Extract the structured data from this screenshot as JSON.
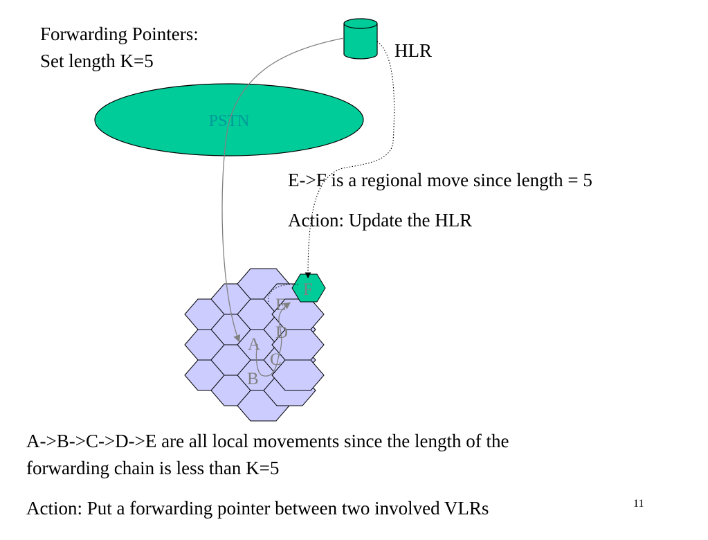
{
  "slide": {
    "title_line1": "Forwarding Pointers:",
    "title_line2": "Set length K=5",
    "hlr_label": "HLR",
    "pstn_label": "PSTN",
    "note_line1": "E->F is a regional move since length = 5",
    "note_line2": "Action: Update the HLR",
    "bottom_line1": "A->B->C->D->E are all local movements since the length of the",
    "bottom_line2": "forwarding chain is less than K=5",
    "bottom_line3": "Action: Put a forwarding pointer between two involved VLRs",
    "page_number": "11"
  },
  "cells": {
    "A": "A",
    "B": "B",
    "C": "C",
    "D": "D",
    "E": "E",
    "F": "F"
  },
  "colors": {
    "green": "#00cc99",
    "hex_fill": "#ccccff",
    "cell_label": "#808080",
    "arrow": "#808080"
  }
}
